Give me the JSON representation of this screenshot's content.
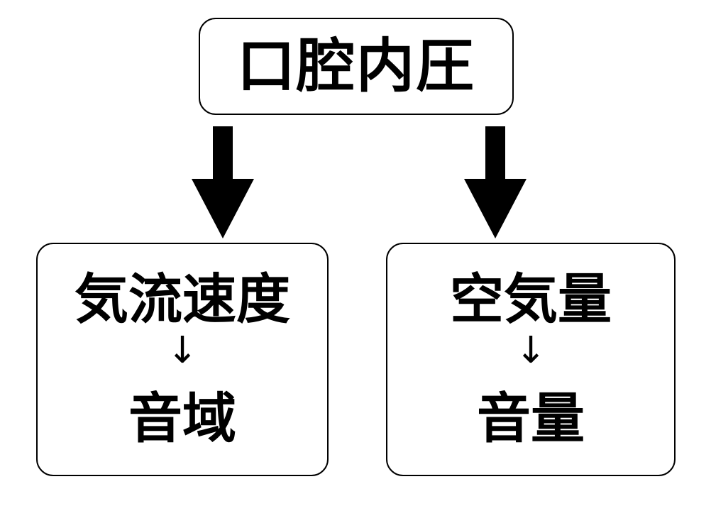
{
  "top": {
    "label": "口腔内圧"
  },
  "left": {
    "main": "気流速度",
    "arrow": "↓",
    "result": "音域"
  },
  "right": {
    "main": "空気量",
    "arrow": "↓",
    "result": "音量"
  },
  "colors": {
    "stroke": "#000000",
    "background": "#ffffff"
  }
}
